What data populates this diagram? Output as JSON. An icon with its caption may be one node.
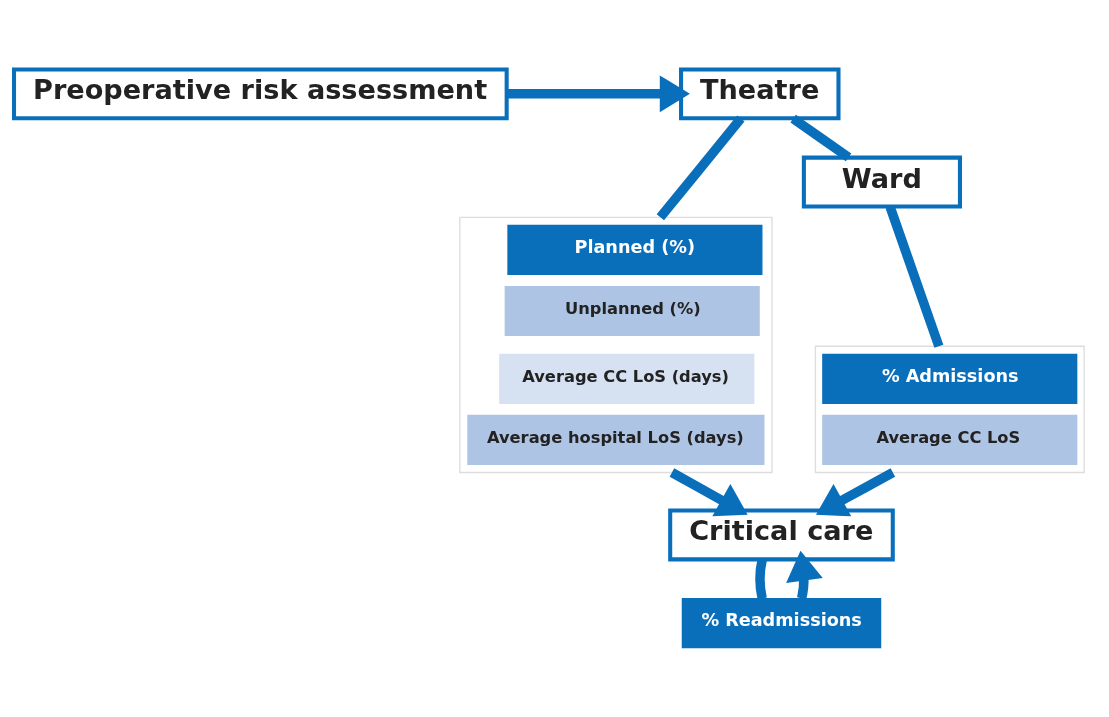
{
  "diagram": {
    "nodes": [
      {
        "text": [
          "Preoperative risk assessment"
        ]
      },
      {
        "text": [
          "Theatre"
        ]
      },
      {
        "text": [
          "Ward"
        ]
      },
      {
        "text": [
          "Critical care"
        ]
      },
      {
        "text": [],
        "shape": "box"
      },
      {
        "text": [
          "Planned (%)"
        ],
        "in": 4
      },
      {
        "text": [
          "Unplanned (%)"
        ],
        "in": 4
      },
      {
        "text": [
          "Average CC LoS (days)"
        ],
        "in": 4
      },
      {
        "text": [
          "Average hospital LoS (days)"
        ],
        "in": 4
      },
      {
        "text": [],
        "shape": "box"
      },
      {
        "text": [
          "% Admissions"
        ],
        "in": 9
      },
      {
        "text": [
          "Average CC LoS"
        ],
        "in": 9
      },
      {
        "text": [
          "% Readmissions"
        ]
      }
    ],
    "edges": [
      {
        "from": 0,
        "to": 1,
        "arrow": "to"
      },
      {
        "from": 1,
        "to": 2,
        "arrow": "none"
      },
      {
        "from": 1,
        "to": 4,
        "arrow": "none"
      },
      {
        "from": 4,
        "to": 3,
        "arrow": "to"
      },
      {
        "from": 2,
        "to": 9,
        "arrow": "none"
      },
      {
        "from": 9,
        "to": 3,
        "arrow": "to"
      },
      {
        "from": 3,
        "to": 12,
        "arrow": "none"
      },
      {
        "from": 12,
        "to": 3,
        "arrow": "to"
      }
    ]
  }
}
